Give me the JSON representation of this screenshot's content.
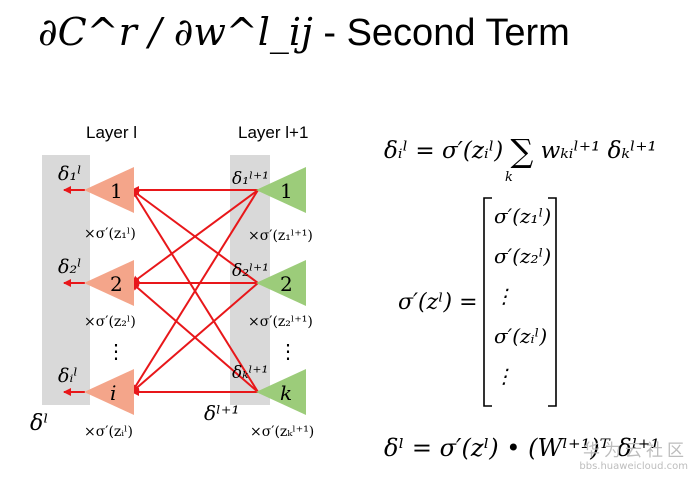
{
  "title": {
    "math": "∂C^r / ∂w^l_ij",
    "dash": "-",
    "text": "Second Term"
  },
  "diagram": {
    "layer_left_label": "Layer l",
    "layer_right_label": "Layer l+1",
    "left_nodes": [
      "1",
      "2",
      "i"
    ],
    "right_nodes": [
      "1",
      "2",
      "k"
    ],
    "left_ellipsis": "⋮",
    "right_ellipsis": "⋮",
    "left_deltas": [
      "δ₁ˡ",
      "δ₂ˡ",
      "δᵢˡ"
    ],
    "right_deltas": [
      "δ₁ˡ⁺¹",
      "δ₂ˡ⁺¹",
      "δₖˡ⁺¹"
    ],
    "left_sigmas": [
      "×σ′(z₁ˡ)",
      "×σ′(z₂ˡ)",
      "×σ′(zᵢˡ)"
    ],
    "right_sigmas": [
      "×σ′(z₁ˡ⁺¹)",
      "×σ′(z₂ˡ⁺¹)",
      "×σ′(zₖˡ⁺¹)"
    ],
    "left_vector": "δˡ",
    "right_vector": "δˡ⁺¹",
    "colors": {
      "left_node": "#f4a58a",
      "right_node": "#9ccc7a",
      "arrow": "#e8171a",
      "band": "#d9d9d9"
    }
  },
  "equations": {
    "eq1_lhs": "δᵢˡ",
    "eq1_eq": "=",
    "eq1_sigma": "σ′(zᵢˡ)",
    "eq1_sum": "∑",
    "eq1_sum_sub": "k",
    "eq1_rest": "wₖᵢˡ⁺¹ δₖˡ⁺¹",
    "eq2_lhs": "σ′(zˡ) =",
    "eq2_vector": [
      "σ′(z₁ˡ)",
      "σ′(z₂ˡ)",
      "⋮",
      "σ′(zᵢˡ)",
      "⋮"
    ],
    "eq3": "δˡ = σ′(zˡ) • (Wˡ⁺¹)ᵀ δˡ⁺¹"
  },
  "watermark": {
    "brand": "华为云社区",
    "url": "bbs.huaweicloud.com"
  }
}
